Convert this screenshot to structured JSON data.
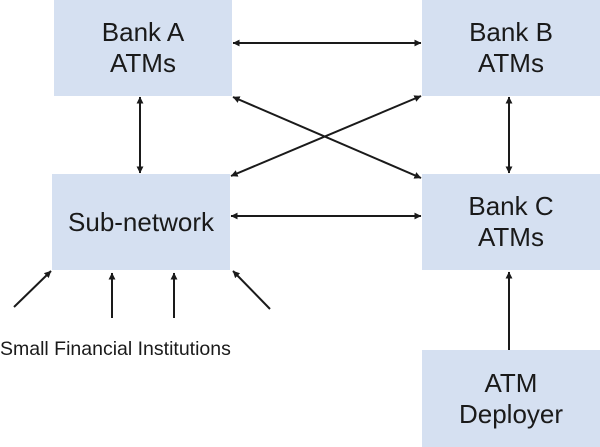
{
  "diagram": {
    "nodes": [
      {
        "id": "bank-a",
        "label": "Bank A\nATMs"
      },
      {
        "id": "bank-b",
        "label": "Bank B\nATMs"
      },
      {
        "id": "sub-network",
        "label": "Sub-network"
      },
      {
        "id": "bank-c",
        "label": "Bank C\nATMs"
      },
      {
        "id": "atm-deployer",
        "label": "ATM\nDeployer"
      }
    ],
    "edges": [
      {
        "from": "bank-a",
        "to": "bank-b",
        "direction": "both"
      },
      {
        "from": "bank-a",
        "to": "sub-network",
        "direction": "both"
      },
      {
        "from": "bank-a",
        "to": "bank-c",
        "direction": "both"
      },
      {
        "from": "bank-b",
        "to": "sub-network",
        "direction": "both"
      },
      {
        "from": "bank-b",
        "to": "bank-c",
        "direction": "both"
      },
      {
        "from": "sub-network",
        "to": "bank-c",
        "direction": "both"
      },
      {
        "from": "atm-deployer",
        "to": "bank-c",
        "direction": "forward"
      },
      {
        "from": "small-financial-institutions",
        "to": "sub-network",
        "direction": "forward",
        "count": 4
      }
    ],
    "caption": "Small Financial Institutions",
    "colors": {
      "node_fill": "#d5e0f1",
      "line": "#1a1a1a"
    }
  }
}
